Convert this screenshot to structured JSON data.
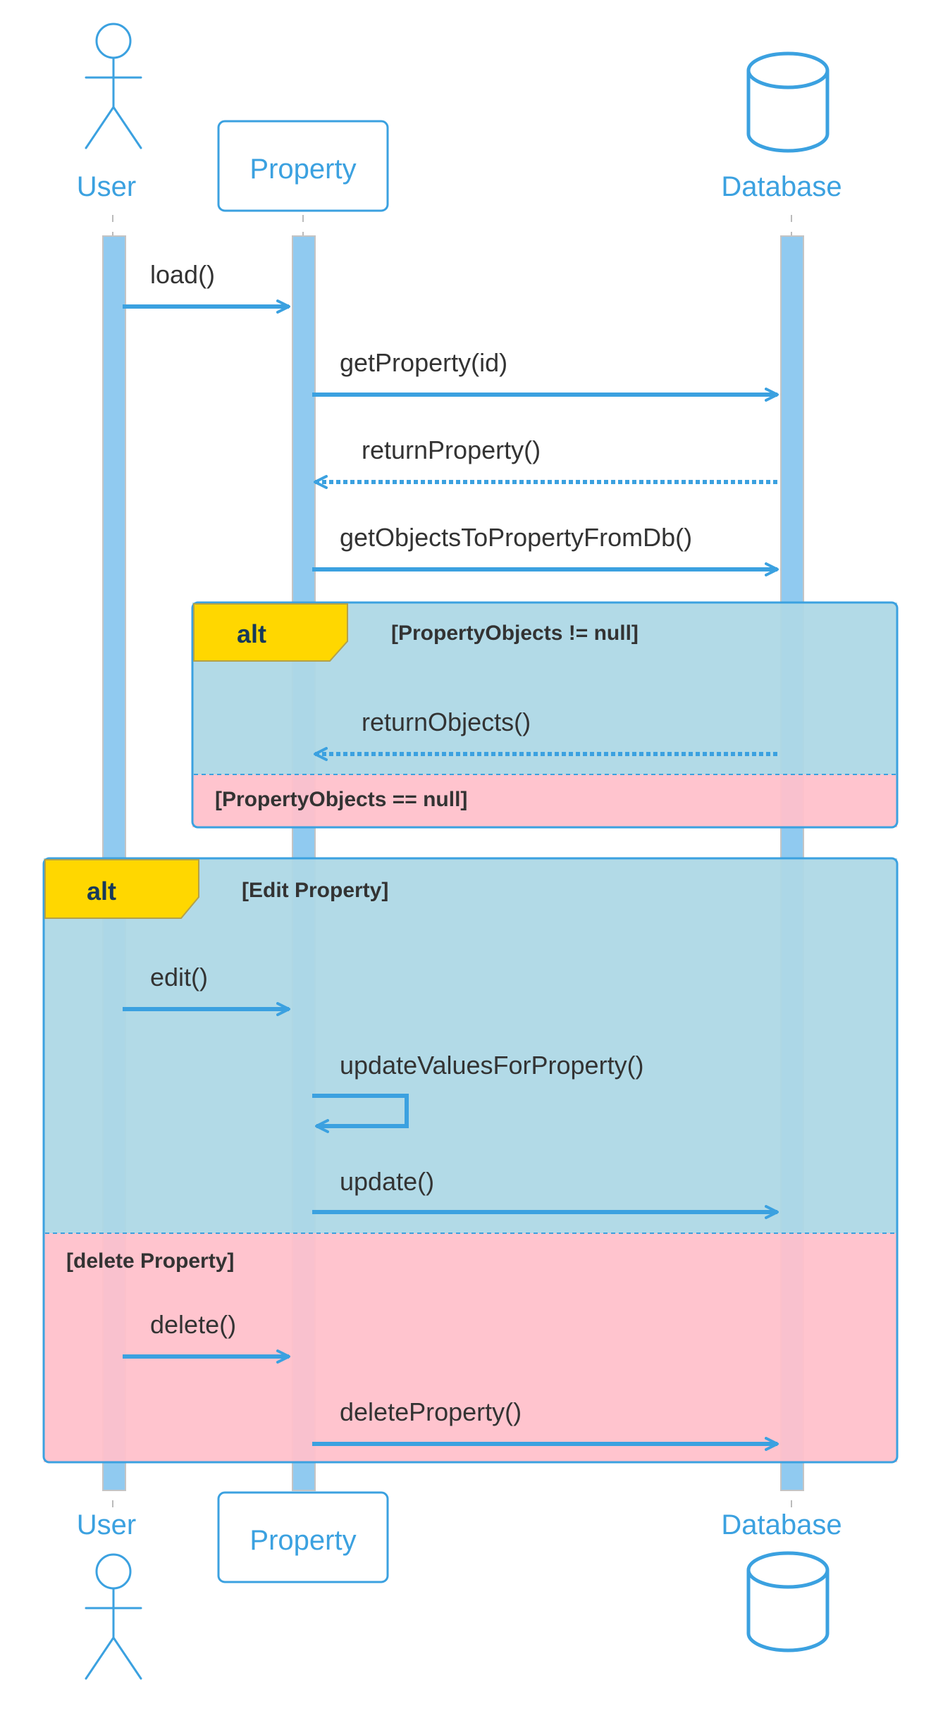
{
  "participants": {
    "user": {
      "label": "User",
      "kind": "actor"
    },
    "property": {
      "label": "Property",
      "kind": "participant"
    },
    "database": {
      "label": "Database",
      "kind": "database"
    }
  },
  "messages": {
    "load": {
      "label": "load()",
      "from": "user",
      "to": "property",
      "style": "sync"
    },
    "get_property": {
      "label": "getProperty(id)",
      "from": "property",
      "to": "database",
      "style": "sync"
    },
    "return_property": {
      "label": "returnProperty()",
      "from": "database",
      "to": "property",
      "style": "return"
    },
    "get_objects": {
      "label": "getObjectsToPropertyFromDb()",
      "from": "property",
      "to": "database",
      "style": "sync"
    },
    "return_objects": {
      "label": "returnObjects()",
      "from": "database",
      "to": "property",
      "style": "return"
    },
    "edit": {
      "label": "edit()",
      "from": "user",
      "to": "property",
      "style": "sync"
    },
    "update_values": {
      "label": "updateValuesForProperty()",
      "from": "property",
      "to": "property",
      "style": "self"
    },
    "update": {
      "label": "update()",
      "from": "property",
      "to": "database",
      "style": "sync"
    },
    "delete": {
      "label": "delete()",
      "from": "user",
      "to": "property",
      "style": "sync"
    },
    "delete_property": {
      "label": "deleteProperty()",
      "from": "property",
      "to": "database",
      "style": "sync"
    }
  },
  "frames": {
    "alt1": {
      "tag": "alt",
      "guard_top": "[PropertyObjects != null]",
      "guard_bottom": "[PropertyObjects == null]"
    },
    "alt2": {
      "tag": "alt",
      "guard_top": "[Edit Property]",
      "guard_bottom": "[delete Property]"
    }
  },
  "colors": {
    "accent": "#3ba1e0",
    "lifeline_bar": "#90caf0",
    "frame_top_fill": "#add8e6",
    "frame_bottom_fill": "#ffc0cb",
    "frame_tag_fill": "#ffd700",
    "frame_border": "#3ba1e0",
    "text": "#333333",
    "tag_text": "#16395a"
  },
  "icons": {
    "user": "stick-figure-actor-icon",
    "database": "database-cylinder-icon"
  }
}
